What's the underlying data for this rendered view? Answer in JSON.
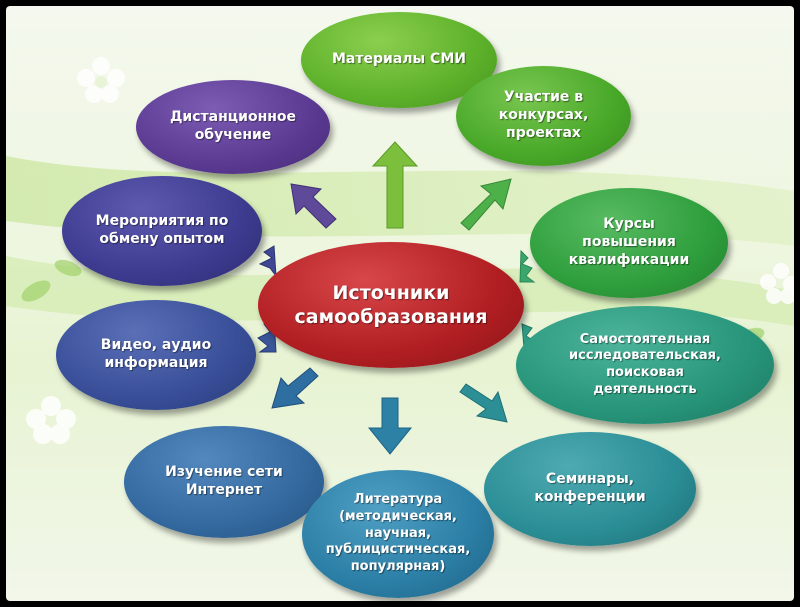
{
  "diagram": {
    "center": "Источники\nсамообразования",
    "nodes": {
      "smi": "Материалы СМИ",
      "contests": "Участие в\nконкурсах,\nпроектах",
      "courses": "Курсы\nповышения\nквалификации",
      "research": "Самостоятельная\nисследовательская,\nпоисковая\nдеятельность",
      "seminars": "Семинары,\nконференции",
      "literature": "Литература\n(методическая,\nнаучная,\nпублицистическая,\nпопулярная)",
      "internet": "Изучение сети\nИнтернет",
      "video": "Видео, аудио\nинформация",
      "exchange": "Мероприятия по\nобмену опытом",
      "distance": "Дистанционное\nобучение"
    },
    "colors": {
      "center": "#b01e22",
      "smi": "#5db12a",
      "contests": "#48a828",
      "courses": "#2e9e3c",
      "research": "#27957a",
      "seminars": "#2a8d95",
      "literature": "#2b7ea5",
      "internet": "#33699f",
      "video": "#384e98",
      "exchange": "#3d3b8f",
      "distance": "#5b3a92"
    }
  }
}
